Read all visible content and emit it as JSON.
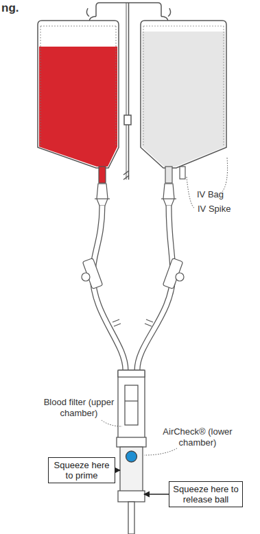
{
  "diagram": {
    "nodes": [
      {
        "text": [
          "Squeeze here to prime"
        ]
      },
      {
        "text": [
          "Squeeze here to release ball"
        ]
      }
    ],
    "labels": [
      "ng.",
      "IV Bag",
      "IV Spike",
      "Blood filter (upper chamber)",
      "AirCheck® (lower chamber)"
    ]
  }
}
